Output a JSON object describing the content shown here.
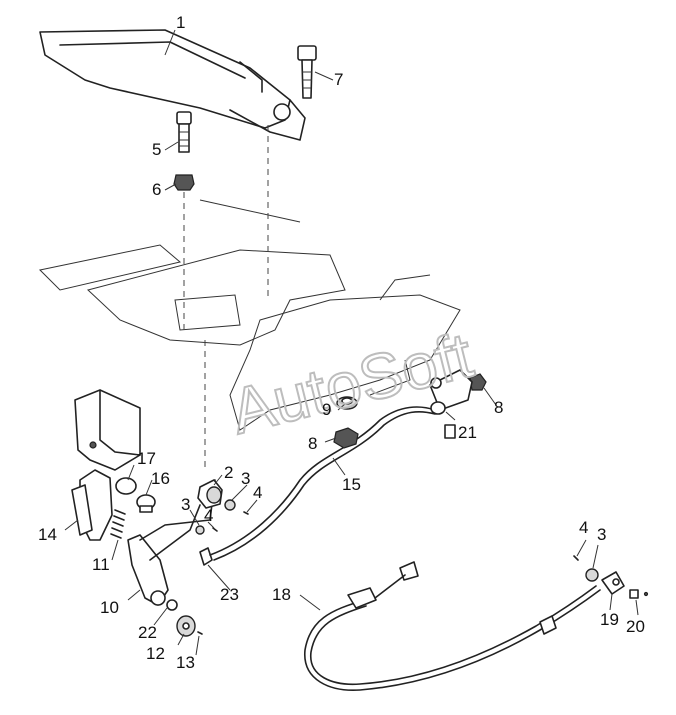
{
  "watermark": "AutoSoft",
  "callouts": [
    {
      "id": "c1",
      "text": "1"
    },
    {
      "id": "c2",
      "text": "2"
    },
    {
      "id": "c3a",
      "text": "3"
    },
    {
      "id": "c3b",
      "text": "3"
    },
    {
      "id": "c3c",
      "text": "3"
    },
    {
      "id": "c4a",
      "text": "4"
    },
    {
      "id": "c4b",
      "text": "4"
    },
    {
      "id": "c4c",
      "text": "4"
    },
    {
      "id": "c5",
      "text": "5"
    },
    {
      "id": "c6",
      "text": "6"
    },
    {
      "id": "c7",
      "text": "7"
    },
    {
      "id": "c8a",
      "text": "8"
    },
    {
      "id": "c8b",
      "text": "8"
    },
    {
      "id": "c9",
      "text": "9"
    },
    {
      "id": "c10",
      "text": "10"
    },
    {
      "id": "c11",
      "text": "11"
    },
    {
      "id": "c12",
      "text": "12"
    },
    {
      "id": "c13",
      "text": "13"
    },
    {
      "id": "c14",
      "text": "14"
    },
    {
      "id": "c15",
      "text": "15"
    },
    {
      "id": "c16",
      "text": "16"
    },
    {
      "id": "c17",
      "text": "17"
    },
    {
      "id": "c18",
      "text": "18"
    },
    {
      "id": "c19",
      "text": "19"
    },
    {
      "id": "c20",
      "text": "20"
    },
    {
      "id": "c21",
      "text": "21"
    },
    {
      "id": "c22",
      "text": "22"
    },
    {
      "id": "c23",
      "text": "23"
    }
  ]
}
